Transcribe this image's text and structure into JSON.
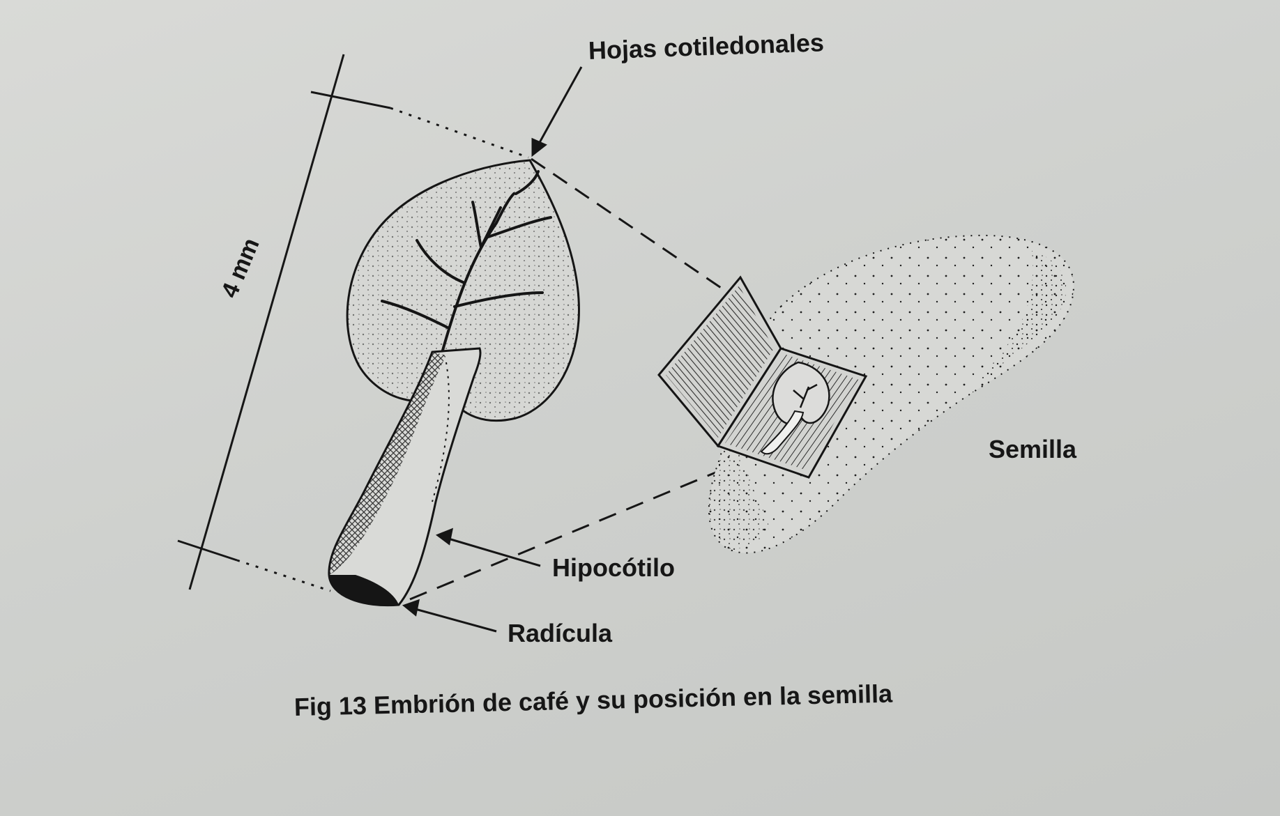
{
  "figure": {
    "caption": "Fig 13 Embrión de café y su posición en la semilla",
    "scale_label": "4 mm",
    "labels": {
      "cotyledons": "Hojas cotiledonales",
      "seed": "Semilla",
      "hypocotyl": "Hipocótilo",
      "radicle": "Radícula"
    }
  },
  "colors": {
    "ink": "#161616",
    "paper": "#d4d5d2"
  }
}
